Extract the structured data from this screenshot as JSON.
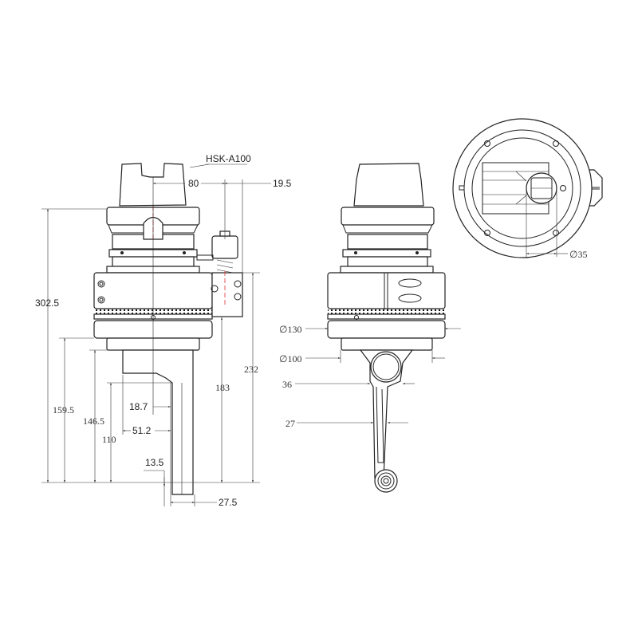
{
  "title_label": "HSK-A100",
  "side_view": {
    "dims": {
      "offset_80": "80",
      "offset_19_5": "19.5",
      "height_302_5": "302.5",
      "height_159_5": "159.5",
      "height_146_5": "146.5",
      "height_110": "110",
      "height_183": "183",
      "height_232": "232",
      "width_18_7": "18.7",
      "width_51_2": "51.2",
      "width_13_5": "13.5",
      "width_27_5": "27.5"
    }
  },
  "front_view": {
    "dims": {
      "dia_130": "∅130",
      "dia_100": "∅100",
      "width_36": "36",
      "width_27": "27"
    }
  },
  "top_view": {
    "dims": {
      "dia_35": "∅35"
    }
  }
}
